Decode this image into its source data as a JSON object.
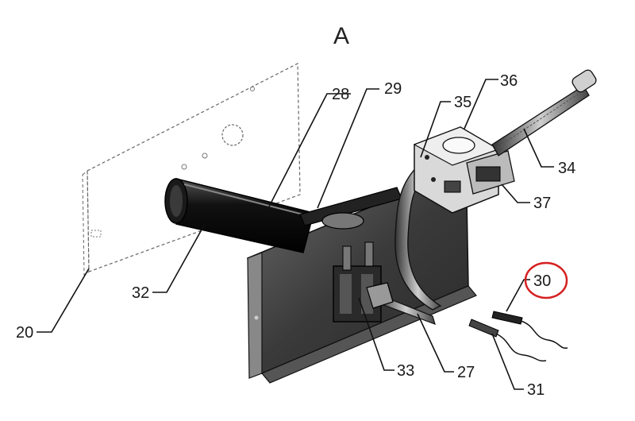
{
  "title": "A",
  "callouts": {
    "c20": "20",
    "c28": "28",
    "c29": "29",
    "c35": "35",
    "c36": "36",
    "c34": "34",
    "c37": "37",
    "c32": "32",
    "c30": "30",
    "c33": "33",
    "c27": "27",
    "c31": "31"
  },
  "highlight": {
    "part": "30",
    "color": "#d62020"
  }
}
